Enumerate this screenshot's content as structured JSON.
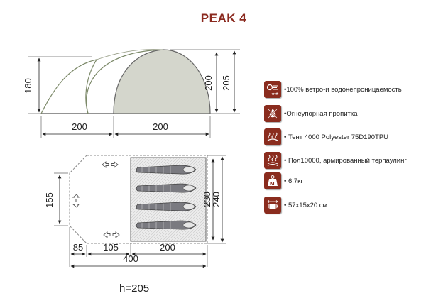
{
  "title": "PEAK 4",
  "side_view": {
    "height_inner": "180",
    "height_dome": "200",
    "height_total": "205",
    "length_vestibule": "200",
    "length_dome": "200"
  },
  "plan_view": {
    "vestibule_width": "155",
    "inner_width": "230",
    "total_width": "240",
    "len_front": "85",
    "len_mid": "105",
    "len_inner": "200",
    "len_total": "400"
  },
  "height_note": "h=205",
  "features": [
    {
      "icon": "wind-rain-icon",
      "text": "•100% ветро-и водонепроницаемость"
    },
    {
      "icon": "fire-resistant-icon",
      "text": "•Огнеупорная пропитка"
    },
    {
      "icon": "fabric-heat-icon",
      "text": "• Тент 4000 Polyester 75D190TPU"
    },
    {
      "icon": "floor-icon",
      "text": "• Пол10000, армированный терпаулинг"
    },
    {
      "icon": "weight-icon",
      "text": "• 6,7кг"
    },
    {
      "icon": "bag-size-icon",
      "text": "• 57x15x20 см"
    }
  ],
  "colors": {
    "accent": "#8a2c1e",
    "title": "#8b2a1f",
    "tent_fill": "#d4d6cc",
    "sleeping_bag": "#7a7a80"
  }
}
